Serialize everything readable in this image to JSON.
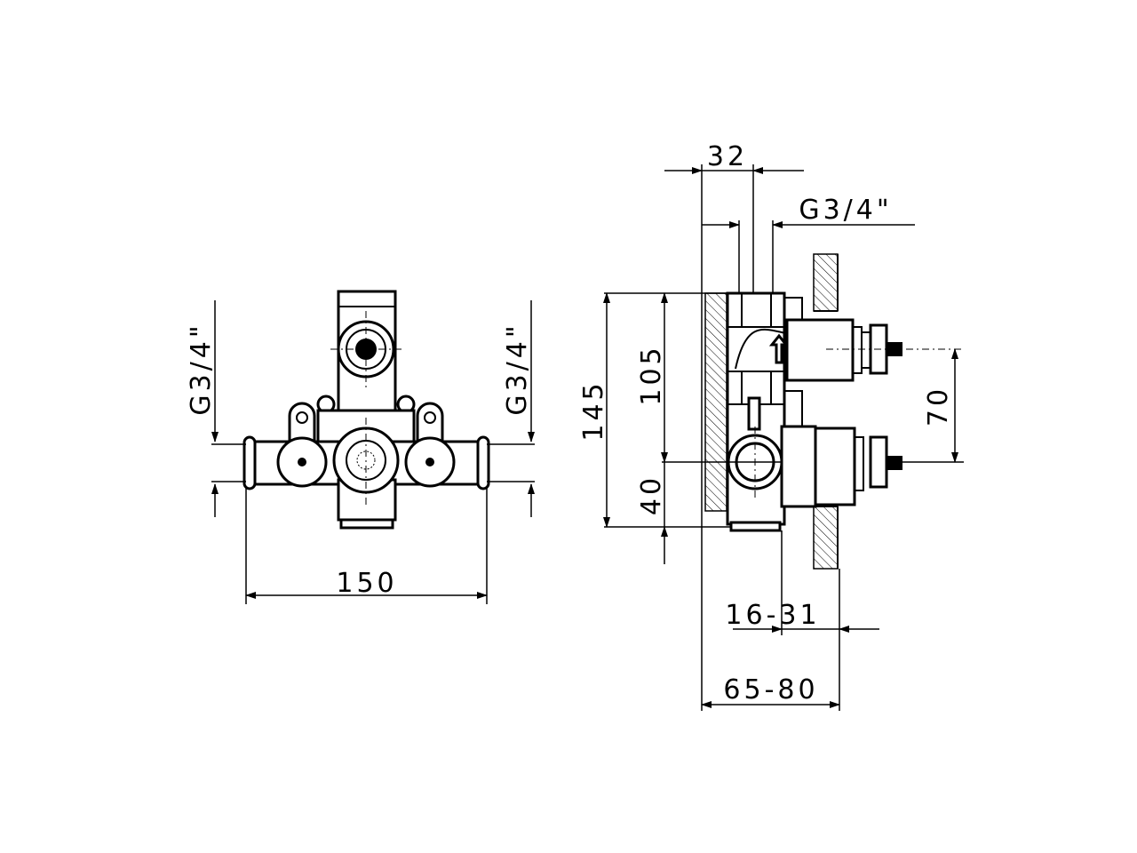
{
  "drawing": {
    "front_view": {
      "left_thread_label": "G3/4\"",
      "right_thread_label": "G3/4\"",
      "width_label": "150"
    },
    "side_view": {
      "depth_label": "32",
      "thread_label": "G3/4\"",
      "height_label": "145",
      "upper_offset_label": "105",
      "lower_offset_label": "40",
      "spindle_spacing_label": "70",
      "wall_adjust_label": "16-31",
      "total_depth_label": "65-80"
    }
  }
}
